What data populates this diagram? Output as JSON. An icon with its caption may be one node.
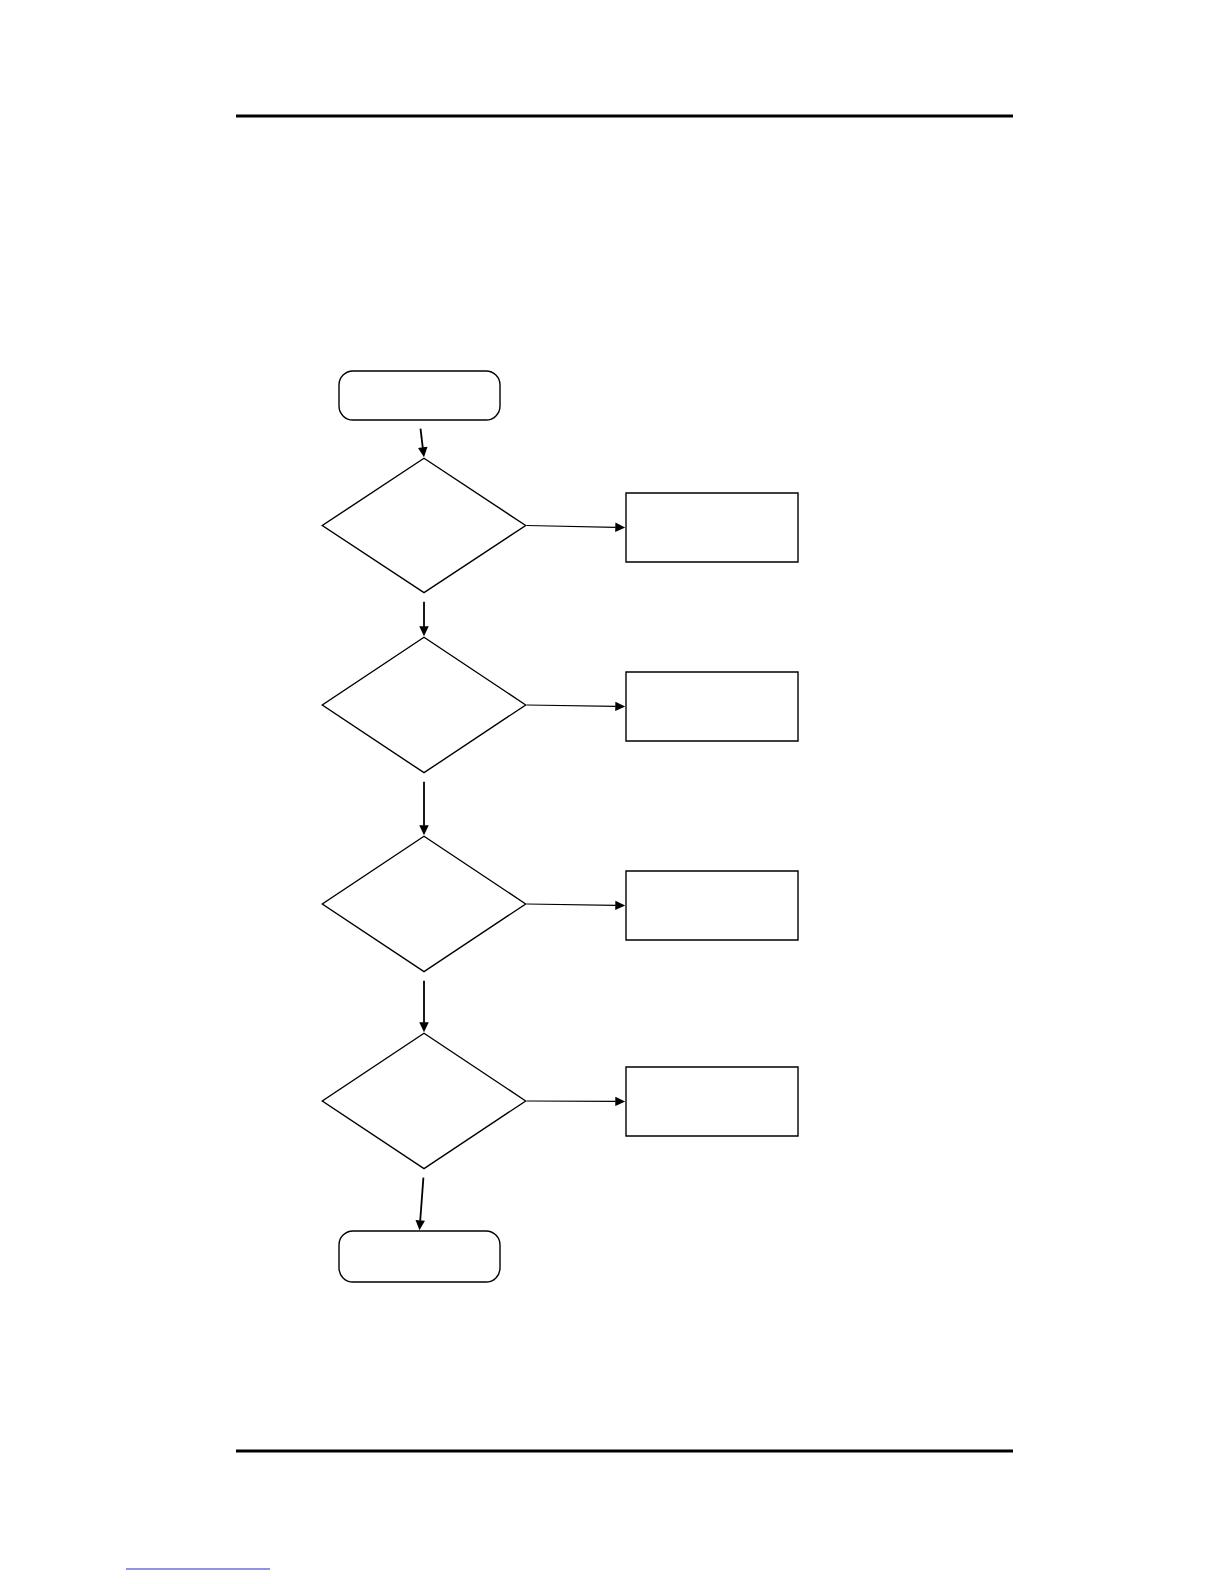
{
  "diagram": {
    "nodes": [
      {
        "text": [],
        "shape": "oval"
      },
      {
        "text": [],
        "shape": "diamond"
      },
      {
        "text": [],
        "shape": "box"
      },
      {
        "text": [],
        "shape": "diamond"
      },
      {
        "text": [],
        "shape": "box"
      },
      {
        "text": [],
        "shape": "diamond"
      },
      {
        "text": [],
        "shape": "box"
      },
      {
        "text": [],
        "shape": "diamond"
      },
      {
        "text": [],
        "shape": "box"
      },
      {
        "text": [],
        "shape": "oval"
      }
    ],
    "edges": [
      {
        "from": 0,
        "to": 1,
        "arrow": "to"
      },
      {
        "from": 1,
        "to": 2,
        "arrow": "to"
      },
      {
        "from": 1,
        "to": 3,
        "arrow": "to"
      },
      {
        "from": 3,
        "to": 4,
        "arrow": "to"
      },
      {
        "from": 3,
        "to": 5,
        "arrow": "to"
      },
      {
        "from": 5,
        "to": 6,
        "arrow": "to"
      },
      {
        "from": 5,
        "to": 7,
        "arrow": "to"
      },
      {
        "from": 7,
        "to": 8,
        "arrow": "to"
      },
      {
        "from": 7,
        "to": 9,
        "arrow": "to"
      }
    ]
  }
}
